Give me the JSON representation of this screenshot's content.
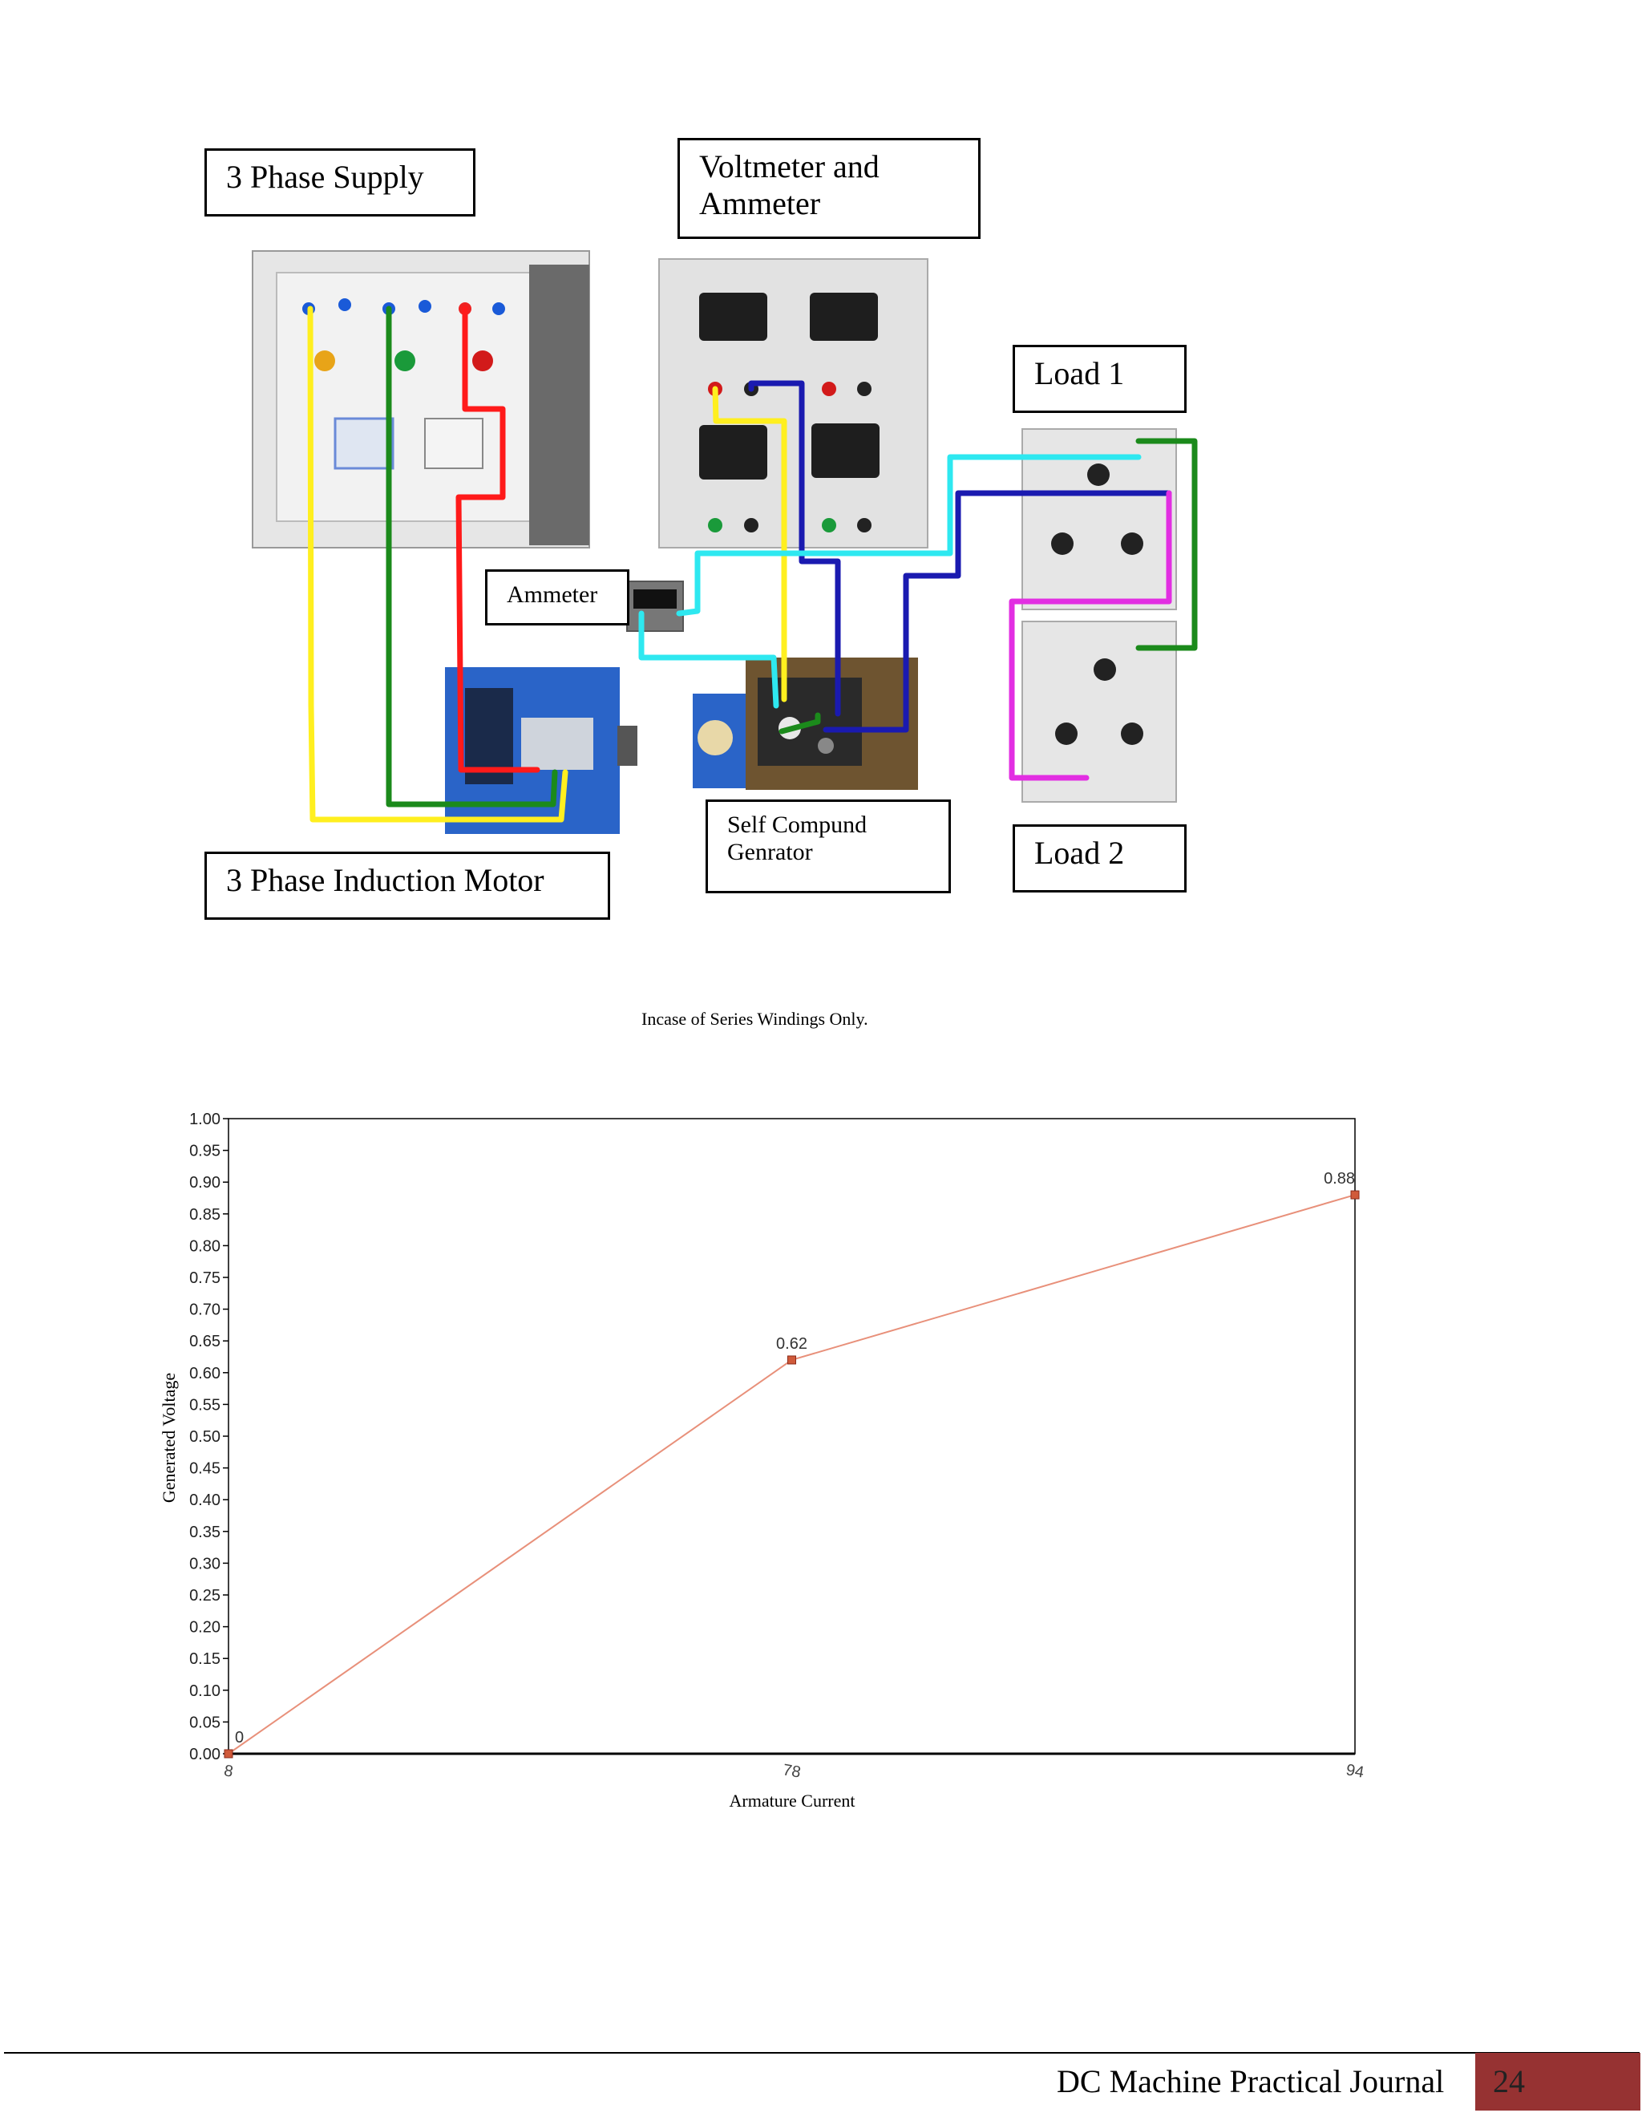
{
  "diagram": {
    "labels": {
      "supply": "3 Phase Supply",
      "meters": "Voltmeter and Ammeter",
      "load1": "Load 1",
      "ammeter": "Ammeter",
      "motor": "3 Phase Induction Motor",
      "generator": "Self Compund Genrator",
      "load2": "Load 2"
    },
    "wire_colors": {
      "yellow": "#ffef1f",
      "green": "#1b8a1b",
      "red": "#ff1a1a",
      "blue": "#1a1ab0",
      "cyan": "#2ee8f0",
      "magenta": "#e22ee2"
    },
    "caption": "Incase of Series Windings Only."
  },
  "chart_data": {
    "type": "line",
    "categories": [
      "8",
      "78",
      "94"
    ],
    "series": [
      {
        "values": [
          0,
          0.62,
          0.88
        ],
        "data_labels": [
          "0",
          "0.62",
          "0.88"
        ],
        "color": "#e8907a"
      }
    ],
    "title": "",
    "xlabel": "Armature Current",
    "ylabel": "Generated Voltage",
    "ylim": [
      0,
      1.0
    ],
    "ytick_step": 0.05,
    "ytick_labels": [
      "0.00",
      "0.05",
      "0.10",
      "0.15",
      "0.20",
      "0.25",
      "0.30",
      "0.35",
      "0.40",
      "0.45",
      "0.50",
      "0.55",
      "0.60",
      "0.65",
      "0.70",
      "0.75",
      "0.80",
      "0.85",
      "0.90",
      "0.95",
      "1.00"
    ],
    "grid": false,
    "legend": "none"
  },
  "footer": {
    "title": "DC Machine Practical Journal",
    "page": "24"
  }
}
